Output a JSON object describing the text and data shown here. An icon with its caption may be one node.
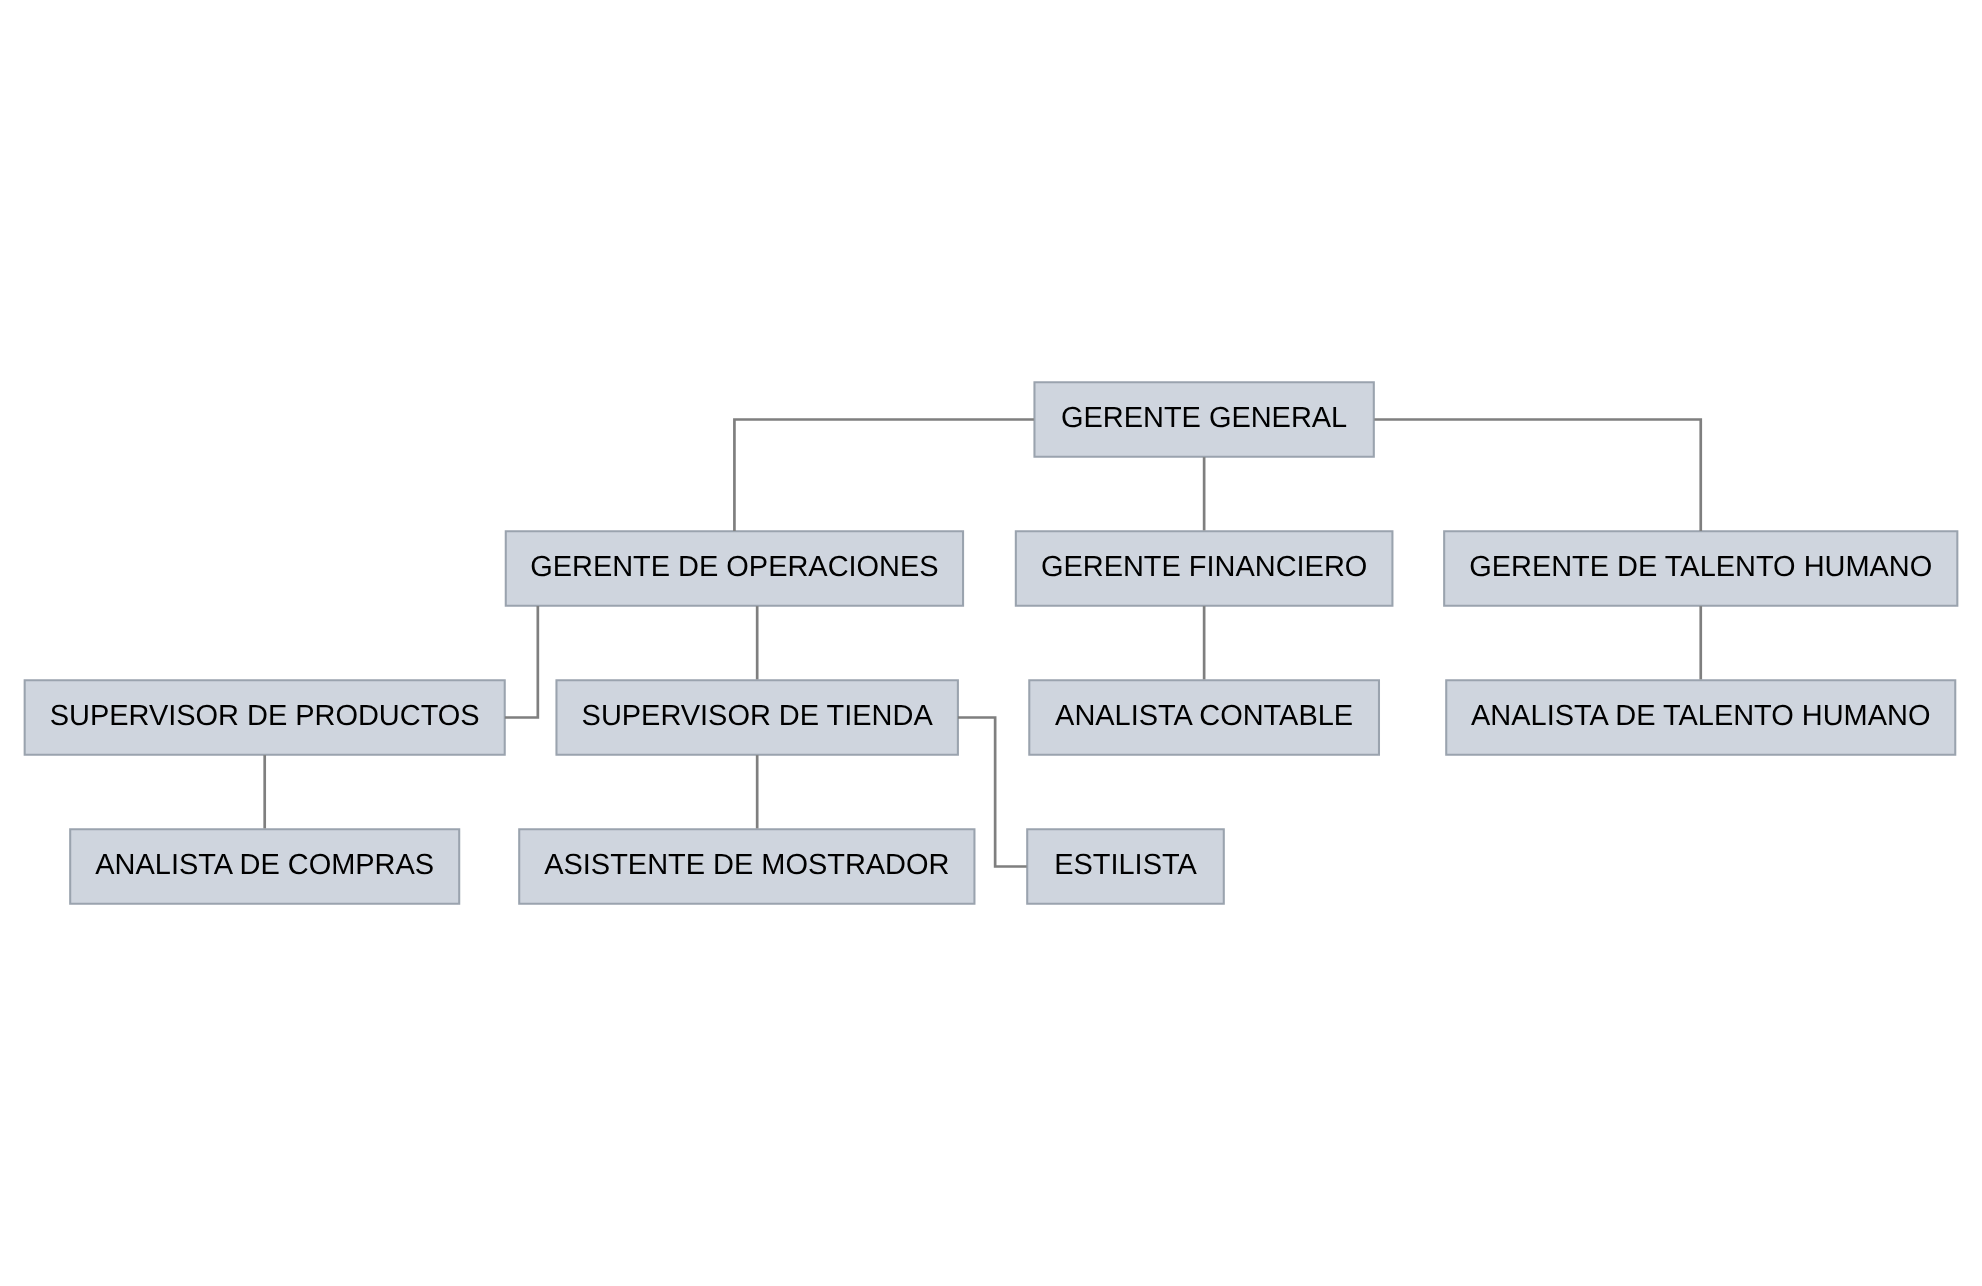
{
  "diagram": {
    "nodes": [
      {
        "text": [
          "GERENTE GENERAL"
        ]
      },
      {
        "text": [
          "GERENTE DE OPERACIONES"
        ]
      },
      {
        "text": [
          "GERENTE FINANCIERO"
        ]
      },
      {
        "text": [
          "GERENTE DE TALENTO HUMANO"
        ]
      },
      {
        "text": [
          "SUPERVISOR DE PRODUCTOS"
        ]
      },
      {
        "text": [
          "SUPERVISOR DE TIENDA"
        ]
      },
      {
        "text": [
          "ANALISTA DE COMPRAS"
        ]
      },
      {
        "text": [
          "ASISTENTE DE MOSTRADOR"
        ]
      },
      {
        "text": [
          "ESTILISTA"
        ]
      },
      {
        "text": [
          "ANALISTA CONTABLE"
        ]
      },
      {
        "text": [
          "ANALISTA DE TALENTO HUMANO"
        ]
      }
    ],
    "edges": [
      {
        "from": 0,
        "to": 1,
        "arrow": "none"
      },
      {
        "from": 0,
        "to": 2,
        "arrow": "none"
      },
      {
        "from": 0,
        "to": 3,
        "arrow": "none"
      },
      {
        "from": 1,
        "to": 4,
        "arrow": "none"
      },
      {
        "from": 1,
        "to": 5,
        "arrow": "none"
      },
      {
        "from": 4,
        "to": 6,
        "arrow": "none"
      },
      {
        "from": 5,
        "to": 7,
        "arrow": "none"
      },
      {
        "from": 5,
        "to": 8,
        "arrow": "none"
      },
      {
        "from": 2,
        "to": 9,
        "arrow": "none"
      },
      {
        "from": 3,
        "to": 10,
        "arrow": "none"
      }
    ]
  }
}
